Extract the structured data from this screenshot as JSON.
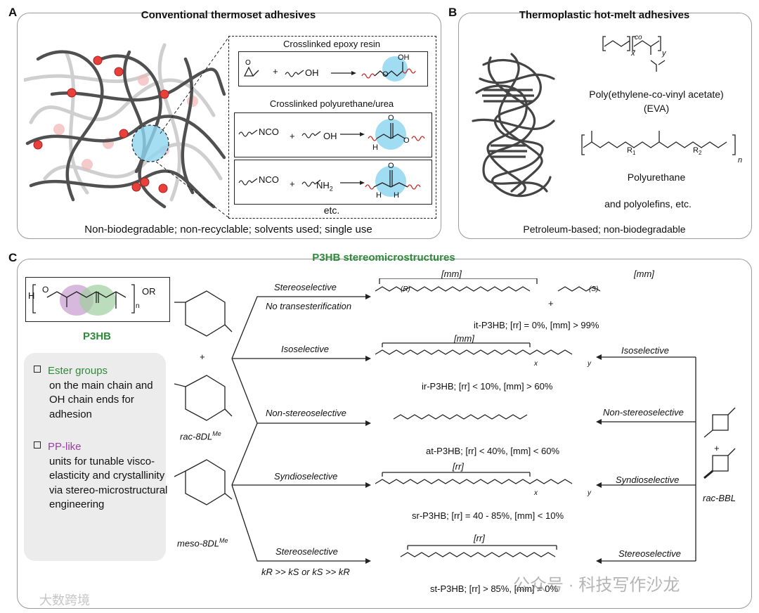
{
  "panelA": {
    "letter": "A",
    "title": "Conventional thermoset adhesives",
    "inset_title_1": "Crosslinked epoxy resin",
    "inset_title_2": "Crosslinked polyurethane/urea",
    "etc": "etc.",
    "footer": "Non-biodegradable; non-recyclable; solvents used; single use",
    "rx_labels": {
      "oh": "OH",
      "nco": "NCO",
      "nh2": "NH",
      "h": "H",
      "o": "O",
      "plus": "+"
    }
  },
  "panelB": {
    "letter": "B",
    "title": "Thermoplastic hot-melt adhesives",
    "eva_name": "Poly(ethylene-co-vinyl acetate)",
    "eva_abbr": "(EVA)",
    "pu_name": "Polyurethane",
    "polyolefins": "and polyolefins, etc.",
    "footer": "Petroleum-based; non-biodegradable",
    "labels": {
      "x": "x",
      "y": "y",
      "co": "co",
      "n": "n",
      "r1": "R",
      "r2": "R"
    }
  },
  "panelC": {
    "letter": "C",
    "title": "P3HB stereomicrostructures",
    "p3hb_label": "P3HB",
    "bullet_1_green": "Ester groups",
    "bullet_1_rest": "on the main chain and OH chain ends for adhesion",
    "bullet_2_purple": "PP-like",
    "bullet_2_rest": "units for tunable visco-elasticity and crystallinity via stereo-microstructural engineering",
    "rac_8dl": "rac-8DL",
    "meso_8dl": "meso-8DL",
    "rac_bbl": "rac-BBL",
    "left_routes": [
      {
        "top": "Stereoselective",
        "bottom": "No transesterification"
      },
      {
        "top": "Isoselective"
      },
      {
        "top": "Non-stereoselective"
      },
      {
        "top": "Syndioselective"
      },
      {
        "top": "Stereoselective",
        "bottom": "kR >> kS or kS >> kR"
      }
    ],
    "right_routes": [
      "Isoselective",
      "Non-stereoselective",
      "Syndioselective",
      "Stereoselective"
    ],
    "products": [
      {
        "bracket": "[mm]",
        "bracket2": "[mm]",
        "caption": "it-P3HB; [rr] = 0%, [mm] > 99%"
      },
      {
        "bracket": "[mm]",
        "caption": "ir-P3HB; [rr] < 10%, [mm] > 60%"
      },
      {
        "caption": "at-P3HB; [rr] < 40%, [mm] < 60%"
      },
      {
        "bracket": "[rr]",
        "caption": "sr-P3HB; [rr] = 40 - 85%, [mm] < 10%"
      },
      {
        "bracket": "[rr]",
        "caption": "st-P3HB; [rr] > 85%, [mm] = 0%"
      }
    ],
    "stereo": {
      "r": "(R)",
      "s": "(S)",
      "x": "x",
      "y": "y",
      "n": "n",
      "o": "O",
      "or": "OR",
      "h": "H",
      "plus": "+"
    }
  },
  "watermark_1": "公众号 · 科技写作沙龙",
  "watermark_2": "大数跨境",
  "colors": {
    "accent_green": "#2e8b3a",
    "accent_purple": "#9b3fa5",
    "highlight_blue": "#7fd0ee",
    "red_bond": "#d42020"
  }
}
